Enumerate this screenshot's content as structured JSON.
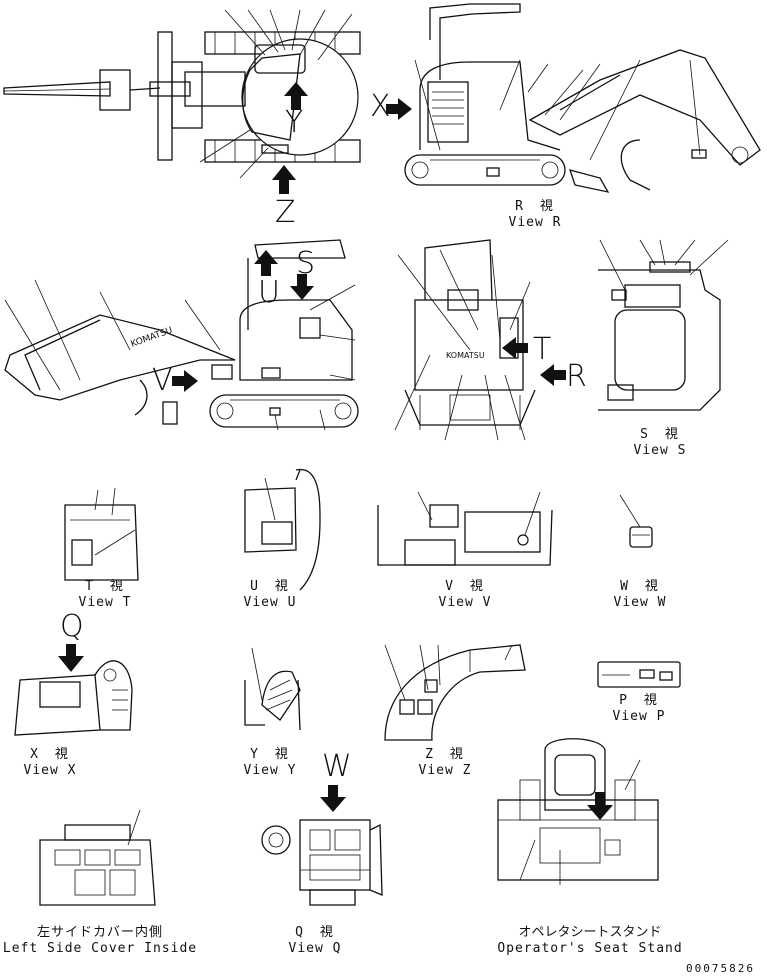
{
  "letters": {
    "x": "X",
    "y": "Y",
    "z": "Z",
    "s": "S",
    "u": "U",
    "v": "V",
    "t": "T",
    "r": "R",
    "q": "Q",
    "w": "W"
  },
  "views": {
    "r": {
      "jp": "R　視",
      "en": "View R"
    },
    "s": {
      "jp": "S　視",
      "en": "View S"
    },
    "t": {
      "jp": "T　視",
      "en": "View T"
    },
    "u": {
      "jp": "U　視",
      "en": "View U"
    },
    "v": {
      "jp": "V　視",
      "en": "View V"
    },
    "w": {
      "jp": "W　視",
      "en": "View W"
    },
    "x": {
      "jp": "X　視",
      "en": "View X"
    },
    "y": {
      "jp": "Y　視",
      "en": "View Y"
    },
    "z": {
      "jp": "Z　視",
      "en": "View Z"
    },
    "p": {
      "jp": "P　視",
      "en": "View P"
    },
    "q": {
      "jp": "Q　視",
      "en": "View Q"
    },
    "left_cover": {
      "jp": "左サイドカバー内側",
      "en": "Left Side Cover Inside"
    },
    "seat_stand": {
      "jp": "オペレタシートスタンド",
      "en": "Operator's Seat Stand"
    }
  },
  "brand": "KOMATSU",
  "doc_number": "00075826"
}
